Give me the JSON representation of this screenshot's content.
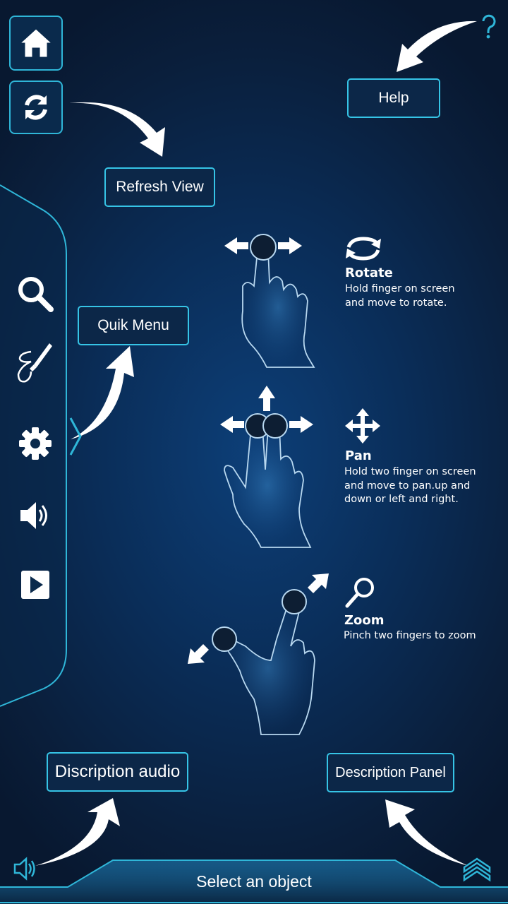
{
  "top_buttons": {
    "home_icon": "home-icon",
    "refresh_icon": "refresh-icon",
    "help_icon": "question-icon"
  },
  "labels": {
    "help": "Help",
    "refresh_view": "Refresh View",
    "quik_menu": "Quik Menu",
    "discription_audio": "Discription audio",
    "description_panel": "Description Panel"
  },
  "side_menu": {
    "items": [
      {
        "icon": "search-icon"
      },
      {
        "icon": "brush-icon"
      },
      {
        "icon": "gear-icon"
      },
      {
        "icon": "speaker-icon"
      },
      {
        "icon": "play-icon"
      }
    ],
    "toggle_icon": "chevron-right-icon"
  },
  "gestures": {
    "rotate": {
      "title": "Rotate",
      "line1": "Hold finger on screen",
      "line2": "and move to rotate."
    },
    "pan": {
      "title": "Pan",
      "line1": "Hold two finger on screen",
      "line2": "and move to pan.up and",
      "line3": "down or left and right."
    },
    "zoom": {
      "title": "Zoom",
      "line1": "Pinch two fingers to zoom"
    }
  },
  "bottom_bar": {
    "status": "Select an object",
    "audio_icon": "speaker-icon",
    "panel_icon": "double-chevron-up-icon"
  },
  "colors": {
    "accent": "#2fb6d8",
    "background": "#0a2d58",
    "text": "#ffffff"
  }
}
